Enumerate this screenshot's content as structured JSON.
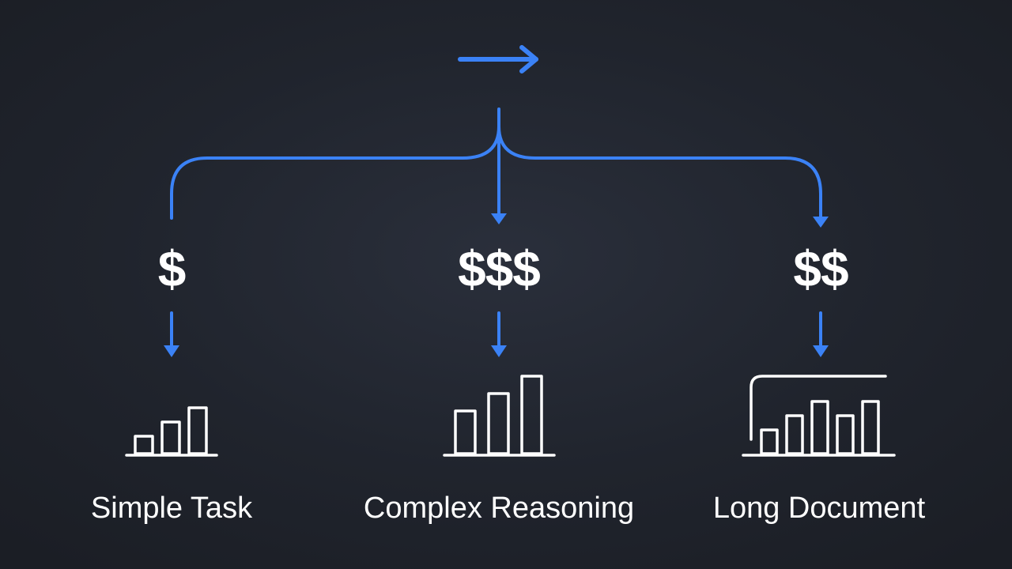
{
  "colors": {
    "accent": "#3b82f6",
    "text": "#ffffff",
    "background": "#20242d"
  },
  "icons": [
    "arrow-right-icon",
    "branch-connector",
    "down-arrow-icon",
    "bar-chart-icon"
  ],
  "branches": [
    {
      "cost": "$",
      "label": "Simple Task",
      "bars": [
        1,
        2,
        3
      ]
    },
    {
      "cost": "$$$",
      "label": "Complex Reasoning",
      "bars": [
        2,
        3,
        4
      ]
    },
    {
      "cost": "$$",
      "label": "Long Document",
      "bars": [
        1,
        2,
        3,
        2,
        3
      ]
    }
  ]
}
